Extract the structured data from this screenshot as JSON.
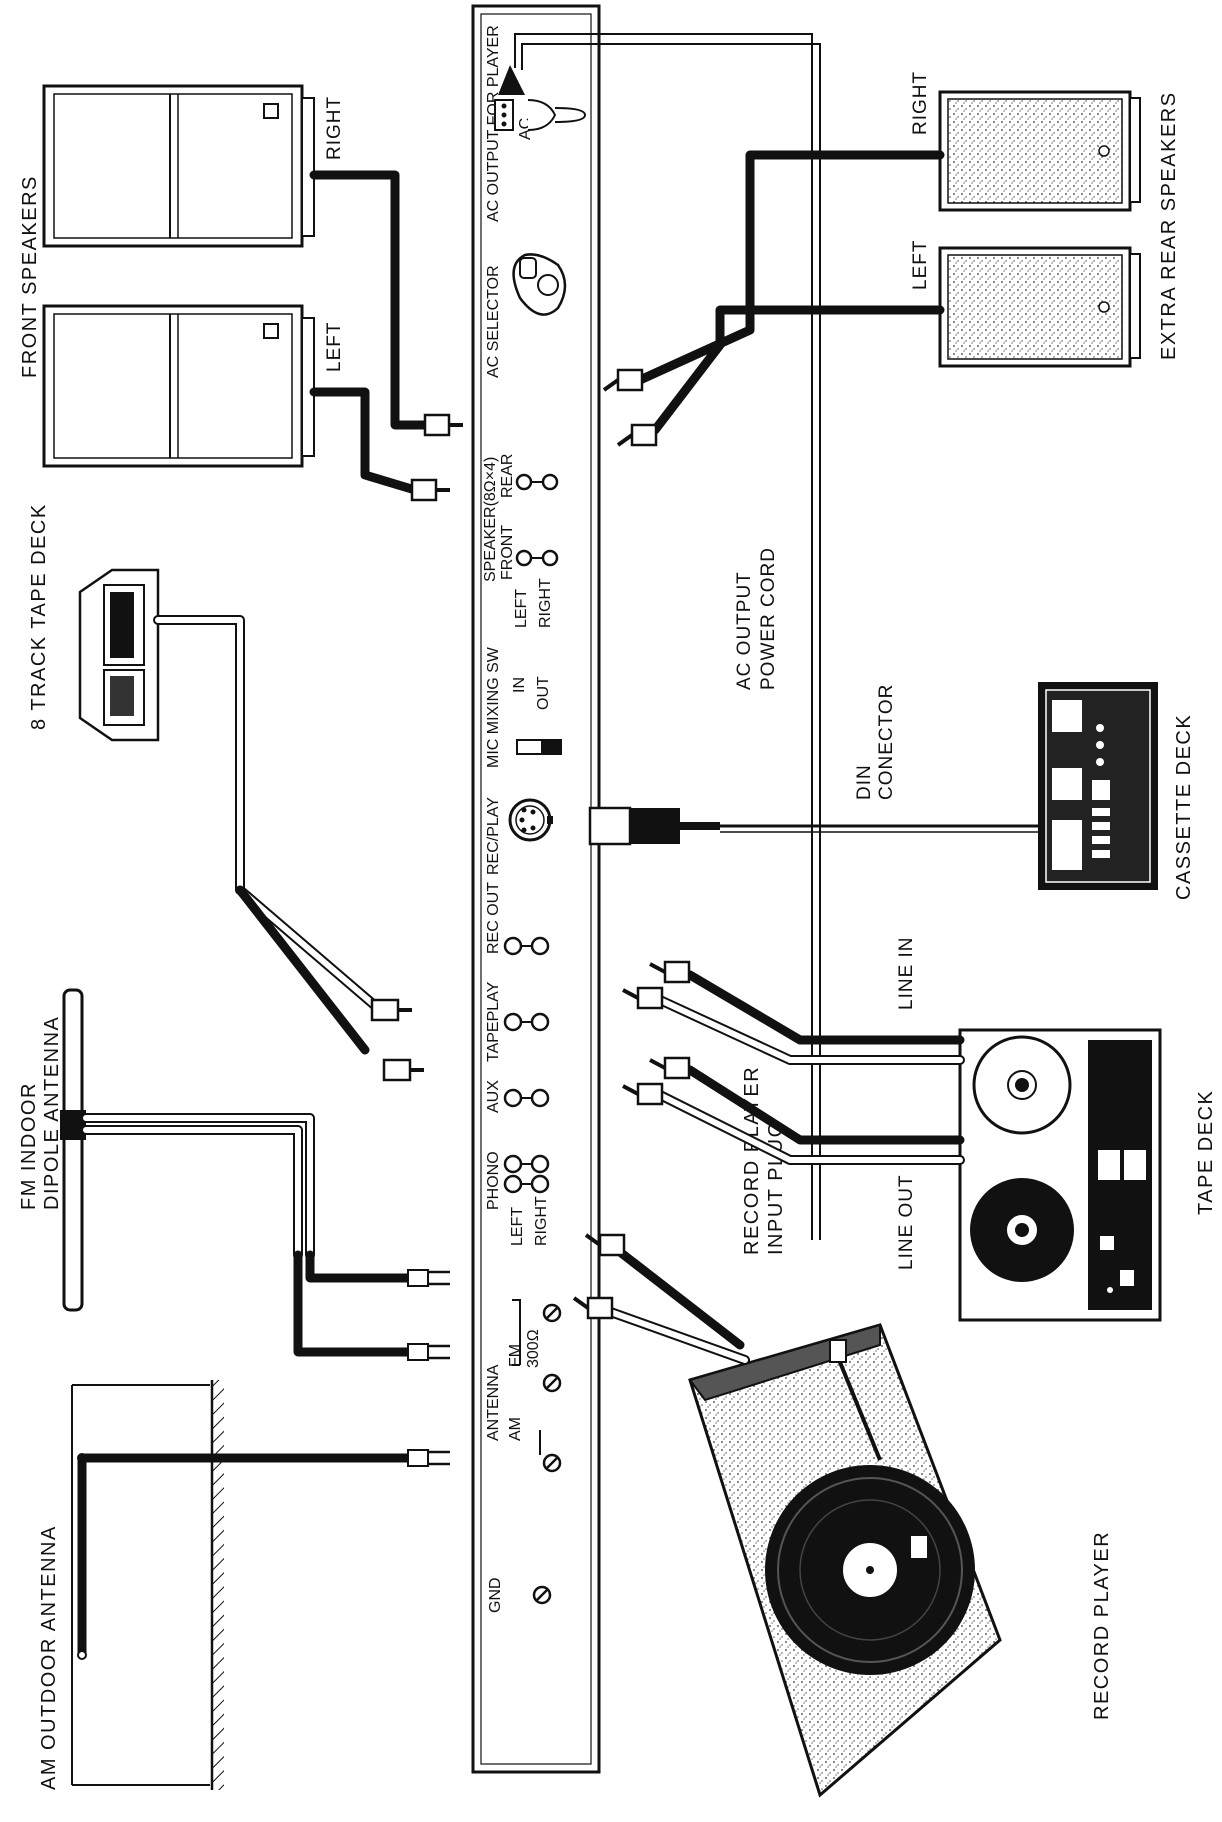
{
  "labels": {
    "front_speakers": "FRONT SPEAKERS",
    "front_right": "RIGHT",
    "front_left": "LEFT",
    "track_tape_deck": "8 TRACK TAPE DECK",
    "fm_antenna_1": "FM INDOOR",
    "fm_antenna_2": "DIPOLE ANTENNA",
    "am_antenna": "AM OUTDOOR ANTENNA",
    "record_player": "RECORD PLAYER",
    "record_plug_1": "RECORD PLAYER",
    "record_plug_2": "INPUT PLUG",
    "line_out": "LINE OUT",
    "line_in": "LINE IN",
    "tape_deck": "TAPE DECK",
    "cassette_deck": "CASSETTE DECK",
    "din_1": "DIN",
    "din_2": "CONECTOR",
    "ac_cord_1": "AC OUTPUT",
    "ac_cord_2": "POWER CORD",
    "rear_speakers": "EXTRA REAR SPEAKERS",
    "rear_right": "RIGHT",
    "rear_left": "LEFT"
  },
  "panel": {
    "gnd": "GND",
    "antenna": "ANTENNA",
    "am": "AM",
    "fm": "FM",
    "fm_ohm": "300Ω",
    "phono": "PHONO",
    "left": "LEFT",
    "right": "RIGHT",
    "aux": "AUX",
    "tapeplay": "TAPEPLAY",
    "rec_out": "REC OUT",
    "rec_play": "REC/PLAY",
    "mic_mixing": "MIC MIXING SW",
    "sw_in": "IN",
    "sw_out": "OUT",
    "speaker": "SPEAKER(8Ω×4)",
    "front": "FRONT",
    "rear": "REAR",
    "sp_left": "LEFT",
    "sp_right": "RIGHT",
    "ac_selector": "AC SELECTOR",
    "ac_output": "AC OUTPUT FOR PLAYER",
    "ac_short": "AC"
  }
}
